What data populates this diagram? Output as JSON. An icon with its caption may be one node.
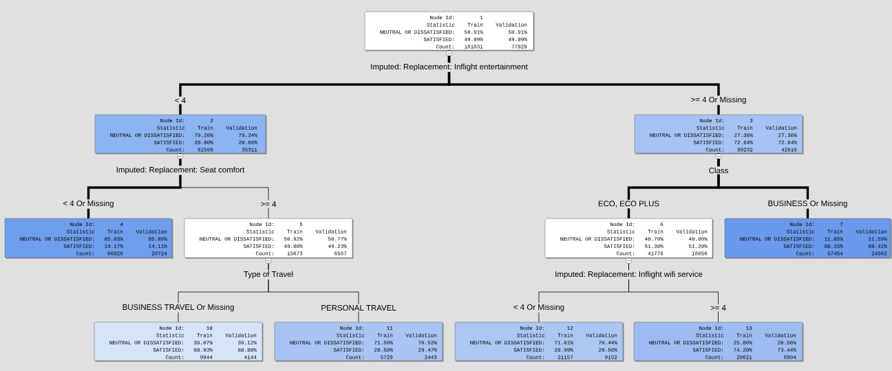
{
  "diagram": {
    "nodes": [
      {
        "text": [
          "Node Id:",
          "1",
          "Statistic",
          "Train",
          "Validation",
          "NEUTRAL OR DISSATISFIED:",
          "50.91%",
          "50.91%",
          "SATISFIED:",
          "49.09%",
          "49.09%",
          "Count:",
          "181831",
          "77929"
        ],
        "beside": [
          "Imputed: Replacement: Inflight entertainment"
        ]
      },
      {
        "text": [
          "Node Id:",
          "2",
          "Statistic",
          "Train",
          "Validation",
          "NEUTRAL OR DISSATISFIED:",
          "79.20%",
          "79.34%",
          "SATISFIED:",
          "20.80%",
          "20.66%",
          "Count:",
          "82599",
          "35311"
        ],
        "beside": [
          "Imputed: Replacement: Seat comfort"
        ]
      },
      {
        "text": [
          "Node Id:",
          "3",
          "Statistic",
          "Train",
          "Validation",
          "NEUTRAL OR DISSATISFIED:",
          "27.36%",
          "27.36%",
          "SATISFIED:",
          "72.64%",
          "72.64%",
          "Count:",
          "99232",
          "42618"
        ],
        "beside": [
          "Class"
        ]
      },
      {
        "text": [
          "Node Id:",
          "4",
          "Statistic",
          "Train",
          "Validation",
          "NEUTRAL OR DISSATISFIED:",
          "85.83%",
          "85.89%",
          "SATISFIED:",
          "14.17%",
          "14.11%",
          "Count:",
          "66926",
          "28724"
        ]
      },
      {
        "text": [
          "Node Id:",
          "5",
          "Statistic",
          "Train",
          "Validation",
          "NEUTRAL OR DISSATISFIED:",
          "50.92%",
          "50.77%",
          "SATISFIED:",
          "49.08%",
          "49.23%",
          "Count:",
          "15673",
          "6587"
        ],
        "beside": [
          "Type of Travel"
        ]
      },
      {
        "text": [
          "Node Id:",
          "6",
          "Statistic",
          "Train",
          "Validation",
          "NEUTRAL OR DISSATISFIED:",
          "48.70%",
          "48.80%",
          "SATISFIED:",
          "51.30%",
          "51.20%",
          "Count:",
          "41778",
          "18056"
        ],
        "beside": [
          "Imputed: Replacement: Inflight wifi service"
        ]
      },
      {
        "text": [
          "Node Id:",
          "7",
          "Statistic",
          "Train",
          "Validation",
          "NEUTRAL OR DISSATISFIED:",
          "11.85%",
          "11.59%",
          "SATISFIED:",
          "88.15%",
          "88.41%",
          "Count:",
          "57454",
          "24562"
        ]
      },
      {
        "text": [
          "Node Id:",
          "10",
          "Statistic",
          "Train",
          "Validation",
          "NEUTRAL OR DISSATISFIED:",
          "39.07%",
          "39.12%",
          "SATISFIED:",
          "60.93%",
          "60.88%",
          "Count:",
          "9944",
          "4144"
        ]
      },
      {
        "text": [
          "Node Id:",
          "11",
          "Statistic",
          "Train",
          "Validation",
          "NEUTRAL OR DISSATISFIED:",
          "71.50%",
          "70.53%",
          "SATISFIED:",
          "28.50%",
          "29.47%",
          "Count:",
          "5729",
          "2443"
        ]
      },
      {
        "text": [
          "Node Id:",
          "12",
          "Statistic",
          "Train",
          "Validation",
          "NEUTRAL OR DISSATISFIED:",
          "71.01%",
          "70.44%",
          "SATISFIED:",
          "28.99%",
          "29.56%",
          "Count:",
          "21157",
          "9152"
        ]
      },
      {
        "text": [
          "Node Id:",
          "13",
          "Statistic",
          "Train",
          "Validation",
          "NEUTRAL OR DISSATISFIED:",
          "25.80%",
          "26.56%",
          "SATISFIED:",
          "74.20%",
          "73.44%",
          "Count:",
          "20621",
          "8904"
        ]
      }
    ],
    "edges": [
      {
        "from": 0,
        "to": 1,
        "arrow": "none",
        "label": "< 4",
        "style": "thick"
      },
      {
        "from": 0,
        "to": 2,
        "arrow": "none",
        "label": ">= 4 Or Missing",
        "style": "thick"
      },
      {
        "from": 1,
        "to": 3,
        "arrow": "none",
        "label": "< 4 Or Missing",
        "style": "thick"
      },
      {
        "from": 1,
        "to": 4,
        "arrow": "none",
        "label": ">= 4"
      },
      {
        "from": 2,
        "to": 5,
        "arrow": "none",
        "label": "ECO, ECO PLUS",
        "style": "thick"
      },
      {
        "from": 2,
        "to": 6,
        "arrow": "none",
        "label": "BUSINESS Or Missing",
        "style": "thick"
      },
      {
        "from": 4,
        "to": 7,
        "arrow": "none",
        "label": "BUSINESS TRAVEL Or Missing"
      },
      {
        "from": 4,
        "to": 8,
        "arrow": "none",
        "label": "PERSONAL TRAVEL"
      },
      {
        "from": 5,
        "to": 9,
        "arrow": "none",
        "label": "< 4 Or Missing"
      },
      {
        "from": 5,
        "to": 10,
        "arrow": "none",
        "label": ">= 4"
      }
    ]
  }
}
